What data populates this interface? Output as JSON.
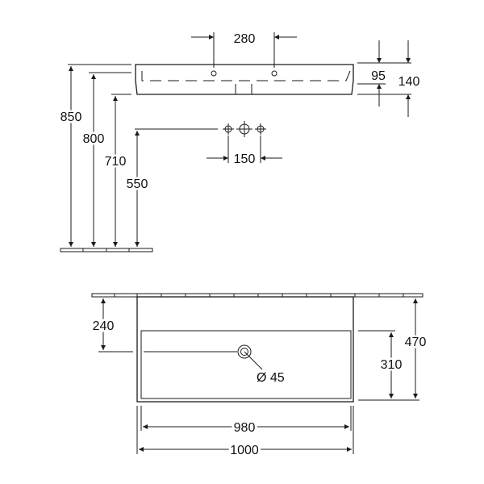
{
  "dimensions": {
    "tap_hole_spacing": "280",
    "rim_height": "95",
    "overall_height": "140",
    "top_height": "850",
    "h_800": "800",
    "h_710": "710",
    "h_550": "550",
    "connection_spacing": "150",
    "waste_offset": "240",
    "depth_inner": "310",
    "depth_overall": "470",
    "waste_diameter": "Ø 45",
    "width_inner": "980",
    "width_overall": "1000"
  }
}
